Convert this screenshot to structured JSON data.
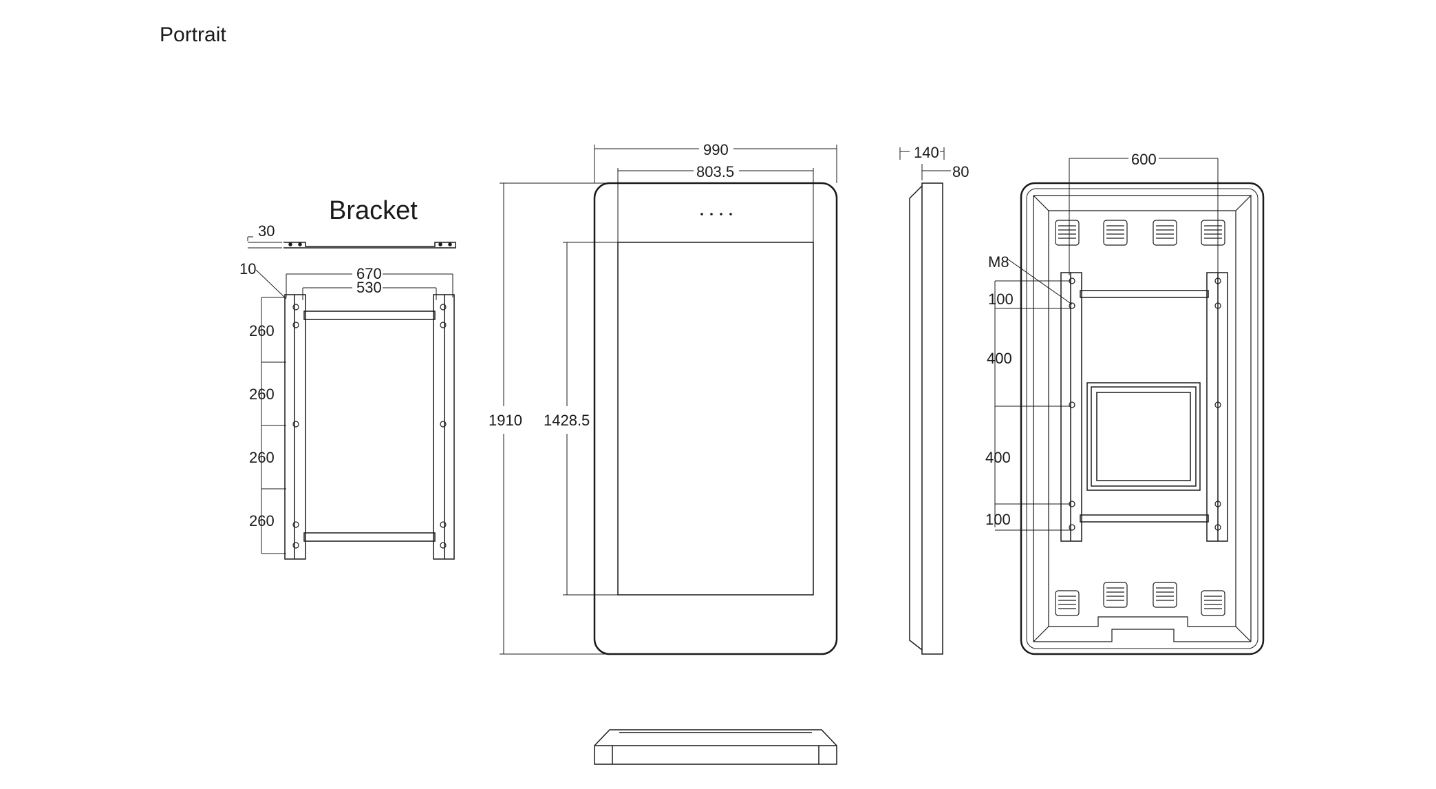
{
  "title": "Portrait",
  "bracket": {
    "label": "Bracket",
    "dims": {
      "depth": "30",
      "hole": "10",
      "width_outer": "670",
      "width_inner": "530",
      "spacing": [
        "260",
        "260",
        "260",
        "260"
      ]
    }
  },
  "front": {
    "width": "990",
    "screen_width": "803.5",
    "height": "1910",
    "screen_height": "1428.5"
  },
  "side": {
    "depth": "140",
    "thin_depth": "80"
  },
  "rear": {
    "mount_width": "600",
    "screw": "M8",
    "spacing": [
      "100",
      "400",
      "400",
      "100"
    ]
  },
  "colors": {
    "line": "#1a1a1a",
    "background": "#ffffff"
  }
}
